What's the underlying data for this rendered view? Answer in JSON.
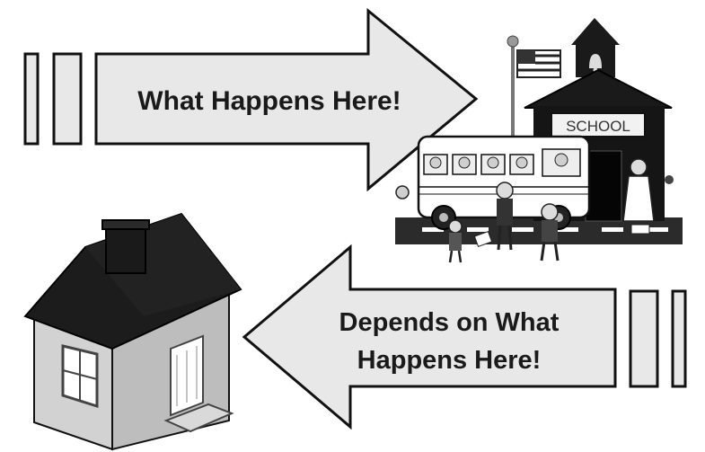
{
  "top_arrow": {
    "text": "What Happens Here!"
  },
  "bottom_arrow": {
    "line1": "Depends on What",
    "line2": "Happens Here!"
  },
  "school": {
    "sign": "SCHOOL"
  },
  "icons": [
    "school-illustration",
    "house-icon",
    "bus-icon",
    "flag-icon",
    "bell-icon"
  ],
  "colors": {
    "arrow_fill": "#e8e8e8",
    "arrow_stroke": "#111111",
    "roof": "#1c1c1c",
    "house_wall": "#cfcfcf"
  }
}
